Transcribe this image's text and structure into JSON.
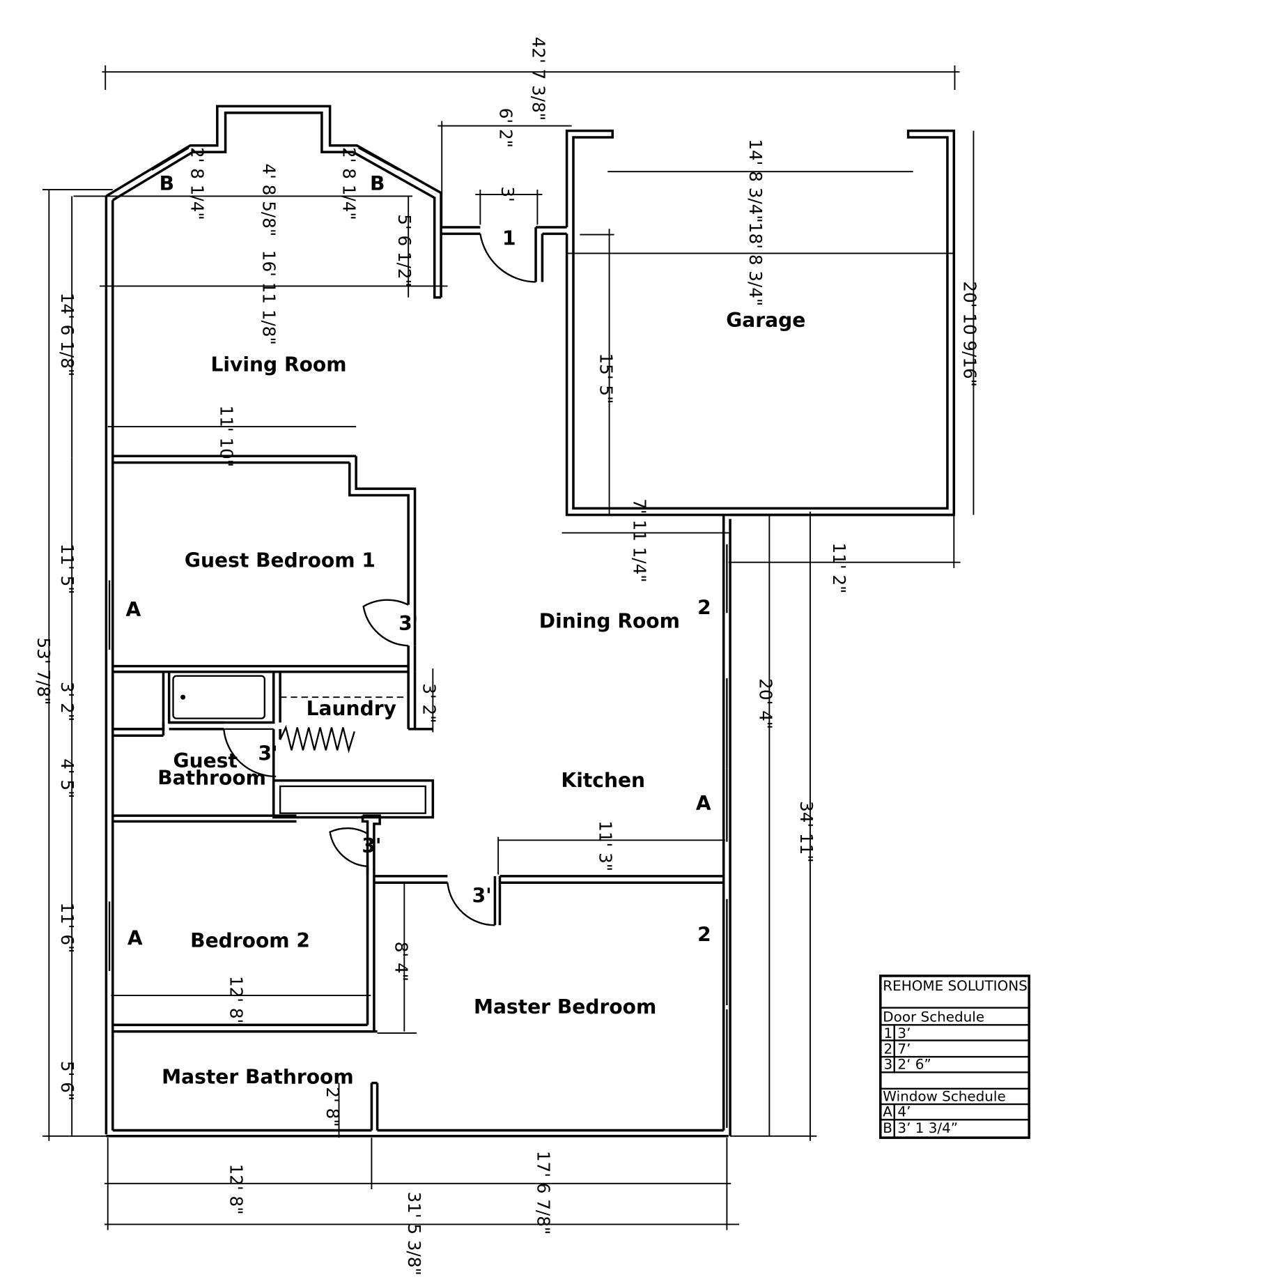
{
  "rooms": {
    "living": "Living Room",
    "garage": "Garage",
    "guest1": "Guest Bedroom 1",
    "dining": "Dining Room",
    "laundry": "Laundry",
    "guest_bath_1": "Guest",
    "guest_bath_2": "Bathroom",
    "kitchen": "Kitchen",
    "bedroom2": "Bedroom 2",
    "master_bed": "Master Bedroom",
    "master_bath": "Master Bathroom"
  },
  "tags": {
    "door_1": "1",
    "door_2": "2",
    "door_3": "3'",
    "win_A": "A",
    "win_B": "B"
  },
  "dims": {
    "overall_width": "42' 7 3/8\"",
    "overall_depth": "53' 7/8\"",
    "entry_width": "6' 2\"",
    "entry_door": "3'",
    "bay_side": "2' 8 1/4\"",
    "bay_center": "4' 8 5/8\"",
    "bay_depth": "5' 6 1/2\"",
    "living_width": "16' 11 1/8\"",
    "living_depth": "14' 6 1/8\"",
    "garage_inner": "14' 8 3/4\"",
    "garage_width": "18' 8 3/4\"",
    "garage_depth": "20' 10 9/16\"",
    "garage_inset": "15' 5\"",
    "guest1_width": "11' 10\"",
    "guest1_depth": "11' 5\"",
    "dining_offset": "7' 11 1/4\"",
    "right_offset": "11' 2\"",
    "dining_kitchen_depth": "20' 4\"",
    "right_total_depth": "34' 11\"",
    "laundry_depth": "3' 2\"",
    "bath_depth_a": "3' 2\"",
    "bath_depth_b": "4' 5\"",
    "kitchen_width": "11' 3\"",
    "bedroom2_depth": "11' 6\"",
    "bedroom2_width": "12' 8\"",
    "master_closet": "8' 4\"",
    "master_bath_depth": "5' 6\"",
    "master_bath_door": "2' 8\"",
    "bottom_left": "12' 8\"",
    "bottom_right": "17' 6 7/8\"",
    "bottom_total": "31' 5 3/8\""
  },
  "schedule": {
    "company": "REHOME SOLUTIONS",
    "door_title": "Door Schedule",
    "doors": [
      {
        "id": "1",
        "size": "3’"
      },
      {
        "id": "2",
        "size": "7’"
      },
      {
        "id": "3",
        "size": "2‘ 6”"
      }
    ],
    "window_title": "Window Schedule",
    "windows": [
      {
        "id": "A",
        "size": "4’"
      },
      {
        "id": "B",
        "size": "3’ 1 3/4”"
      }
    ]
  }
}
